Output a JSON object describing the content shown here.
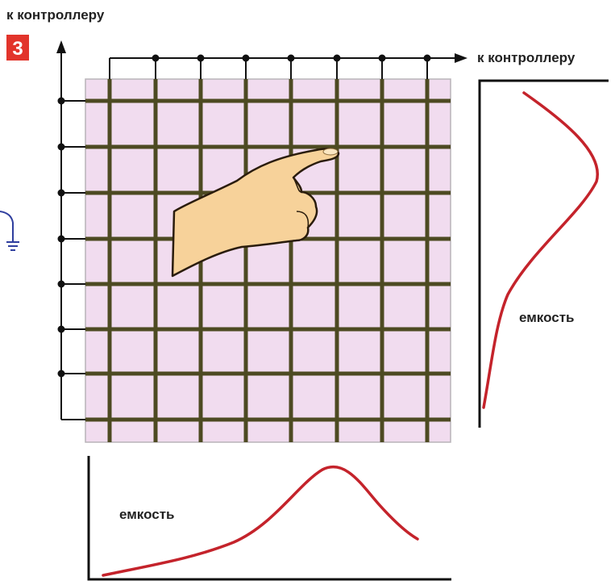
{
  "figure": {
    "number": "3",
    "label_top_left": "к контроллеру",
    "label_top_right": "к контроллеру",
    "curve_right_label": "емкость",
    "curve_bottom_label": "емкость"
  },
  "colors": {
    "badge": "#e2342b",
    "panel": "#f1dcef",
    "grid": "#4d4a22",
    "axis": "#111111",
    "curve": "#c4232b",
    "ground": "#2f3e9e",
    "hand_fill": "#f7d29a",
    "hand_stroke": "#2a1c0c"
  },
  "icons": [
    "ground-symbol-icon",
    "pointing-hand-icon"
  ]
}
